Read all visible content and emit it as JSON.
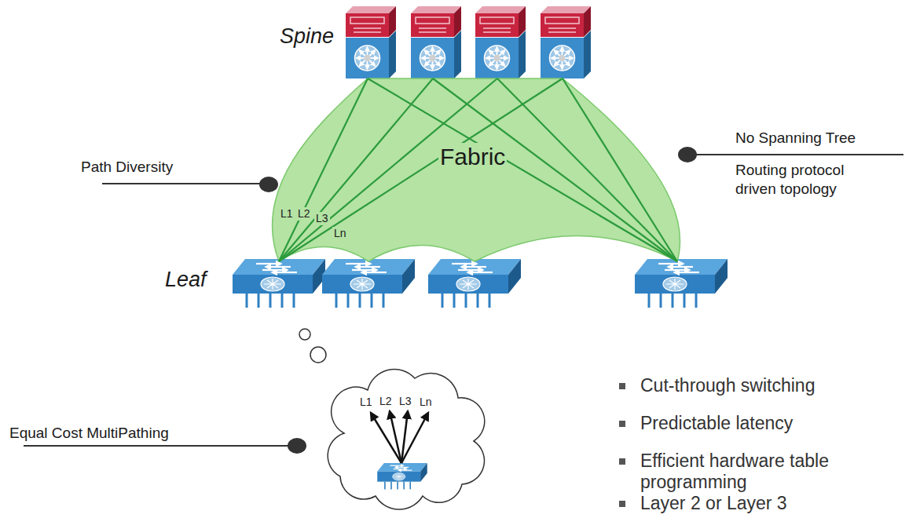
{
  "diagram": {
    "nodes": [
      {
        "text": [
          "Fabric"
        ]
      },
      {
        "text": [
          "L1",
          "L2",
          "L3",
          "Ln"
        ]
      }
    ],
    "labels": [
      "Spine",
      "Leaf",
      "Path Diversity",
      "No Spanning Tree",
      "Routing protocol driven topology",
      "L1",
      "L2",
      "L3",
      "Ln",
      "Equal Cost MultiPathing",
      "Cut-through switching",
      "Predictable latency",
      "Efficient hardware table programming",
      "Layer 2 or Layer 3"
    ]
  }
}
